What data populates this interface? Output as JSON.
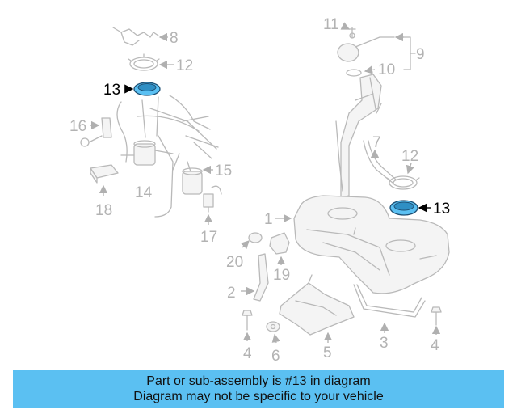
{
  "diagram": {
    "highlight_color": "#5bc0f2",
    "highlight_part": "13",
    "callouts": {
      "c8": "8",
      "c12a": "12",
      "c13a": "13",
      "c16": "16",
      "c14": "14",
      "c15": "15",
      "c18": "18",
      "c17": "17",
      "c11": "11",
      "c9": "9",
      "c10": "10",
      "c7": "7",
      "c12b": "12",
      "c13b": "13",
      "c1": "1",
      "c20": "20",
      "c19": "19",
      "c2": "2",
      "c4a": "4",
      "c6": "6",
      "c5": "5",
      "c3": "3",
      "c4b": "4"
    }
  },
  "caption": {
    "line1": "Part or sub-assembly is #13 in diagram",
    "line2": "Diagram may not be specific to your vehicle"
  }
}
